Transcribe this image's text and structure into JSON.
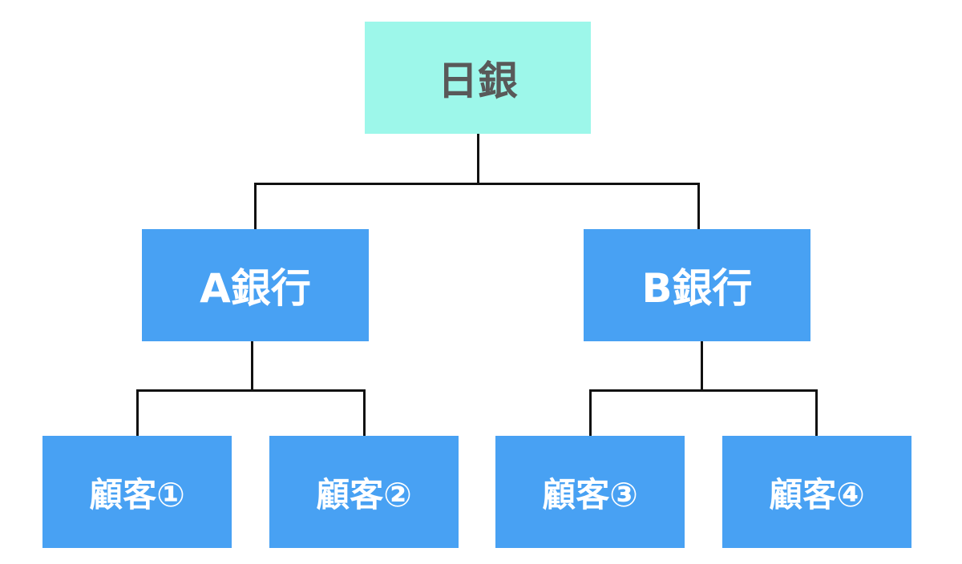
{
  "colors": {
    "root_fill": "#9df7ea",
    "root_text": "#595959",
    "node_fill": "#48a1f3",
    "node_text": "#ffffff",
    "connector": "#111111"
  },
  "root": {
    "label": "日銀"
  },
  "banks": [
    {
      "label": "A銀行"
    },
    {
      "label": "B銀行"
    }
  ],
  "customers": [
    {
      "label": "顧客①"
    },
    {
      "label": "顧客②"
    },
    {
      "label": "顧客③"
    },
    {
      "label": "顧客④"
    }
  ]
}
